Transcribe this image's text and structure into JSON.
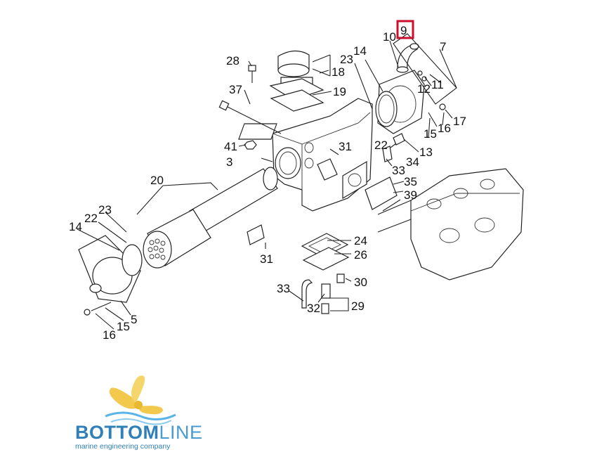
{
  "callouts": [
    {
      "id": "9",
      "label": "9",
      "highlighted": true
    },
    {
      "id": "10",
      "label": "10"
    },
    {
      "id": "7",
      "label": "7"
    },
    {
      "id": "23a",
      "label": "23"
    },
    {
      "id": "14a",
      "label": "14"
    },
    {
      "id": "28",
      "label": "28"
    },
    {
      "id": "18",
      "label": "18"
    },
    {
      "id": "19",
      "label": "19"
    },
    {
      "id": "12",
      "label": "12"
    },
    {
      "id": "11",
      "label": "11"
    },
    {
      "id": "37",
      "label": "37"
    },
    {
      "id": "15a",
      "label": "15"
    },
    {
      "id": "16a",
      "label": "16"
    },
    {
      "id": "17",
      "label": "17"
    },
    {
      "id": "41",
      "label": "41"
    },
    {
      "id": "31a",
      "label": "31"
    },
    {
      "id": "22a",
      "label": "22"
    },
    {
      "id": "13",
      "label": "13"
    },
    {
      "id": "3",
      "label": "3"
    },
    {
      "id": "34",
      "label": "34"
    },
    {
      "id": "33a",
      "label": "33"
    },
    {
      "id": "35",
      "label": "35"
    },
    {
      "id": "20",
      "label": "20"
    },
    {
      "id": "39",
      "label": "39"
    },
    {
      "id": "23b",
      "label": "23"
    },
    {
      "id": "22b",
      "label": "22"
    },
    {
      "id": "14b",
      "label": "14"
    },
    {
      "id": "24",
      "label": "24"
    },
    {
      "id": "26",
      "label": "26"
    },
    {
      "id": "31b",
      "label": "31"
    },
    {
      "id": "30",
      "label": "30"
    },
    {
      "id": "33b",
      "label": "33"
    },
    {
      "id": "32",
      "label": "32"
    },
    {
      "id": "29",
      "label": "29"
    },
    {
      "id": "5",
      "label": "5"
    },
    {
      "id": "15b",
      "label": "15"
    },
    {
      "id": "16b",
      "label": "16"
    }
  ],
  "brand": {
    "name_bold": "BOTTOM",
    "name_light": "LINE",
    "tagline": "marine engineering company",
    "colors": {
      "bottom": "#2f7fb8",
      "line": "#4a9bd1",
      "logo": "#f2c94c",
      "wave": "#59b3e6"
    }
  },
  "highlight_color": "#c8102e"
}
